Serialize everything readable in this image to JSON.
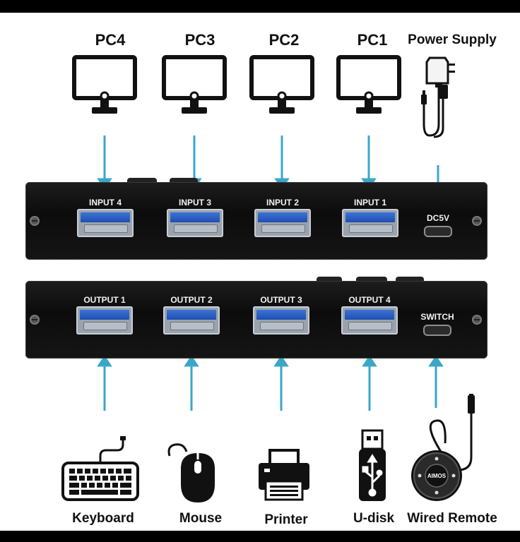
{
  "inputs_top": {
    "pcs": [
      {
        "label": "PC4"
      },
      {
        "label": "PC3"
      },
      {
        "label": "PC2"
      },
      {
        "label": "PC1"
      }
    ],
    "power": {
      "label": "Power Supply"
    }
  },
  "input_panel": {
    "ports": [
      "INPUT 4",
      "INPUT 3",
      "INPUT 2",
      "INPUT 1"
    ],
    "power_port": "DC5V"
  },
  "output_panel": {
    "ports": [
      "OUTPUT 1",
      "OUTPUT 2",
      "OUTPUT 3",
      "OUTPUT 4"
    ],
    "switch_port": "SWITCH"
  },
  "devices": [
    {
      "label": "Keyboard",
      "icon": "keyboard-icon"
    },
    {
      "label": "Mouse",
      "icon": "mouse-icon"
    },
    {
      "label": "Printer",
      "icon": "printer-icon"
    },
    {
      "label": "U-disk",
      "icon": "usb-drive-icon"
    },
    {
      "label": "Wired Remote",
      "icon": "wired-remote-icon"
    }
  ],
  "remote_brand": "AIMOS",
  "colors": {
    "arrow": "#3aa7c8",
    "panel": "#111111",
    "usb_blue": "#2a5fc4"
  }
}
